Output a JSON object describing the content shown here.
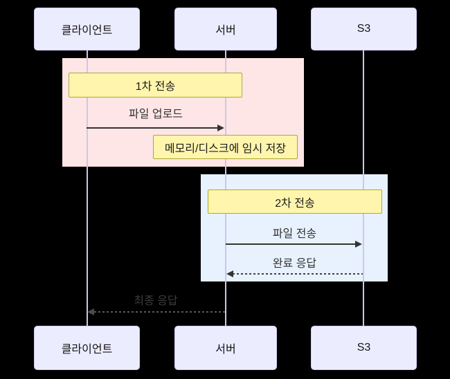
{
  "diagram": {
    "type": "sequence-diagram",
    "actors": [
      {
        "id": "client",
        "label": "클라이언트"
      },
      {
        "id": "server",
        "label": "서버"
      },
      {
        "id": "s3",
        "label": "S3"
      }
    ],
    "phases": [
      {
        "label": "1차 전송",
        "participants": [
          "클라이언트",
          "서버"
        ],
        "highlight_color": "#ffe6e6"
      },
      {
        "label": "2차 전송",
        "participants": [
          "서버",
          "S3"
        ],
        "highlight_color": "#e8f2fe"
      }
    ],
    "messages": [
      {
        "from": "클라이언트",
        "to": "서버",
        "label": "파일 업로드",
        "line_style": "solid"
      },
      {
        "from": "서버",
        "to": "S3",
        "label": "파일 전송",
        "line_style": "solid"
      },
      {
        "from": "S3",
        "to": "서버",
        "label": "완료 응답",
        "line_style": "dashed"
      },
      {
        "from": "서버",
        "to": "클라이언트",
        "label": "최종 응답",
        "line_style": "dashed"
      }
    ],
    "note": {
      "over": "서버",
      "label": "메모리/디스크에 임시 저장"
    },
    "colors": {
      "background": "#000000",
      "actor_fill": "#ECECFF",
      "actor_border": "#d4ccf1",
      "lifeline": "#cfc5ec",
      "phase1_highlight": "#ffe6e6",
      "phase2_highlight": "#e8f2fe",
      "label_fill": "#fff5ad",
      "label_border": "#aaaa33",
      "message_line": "#333333",
      "message_text": "#333333"
    }
  }
}
